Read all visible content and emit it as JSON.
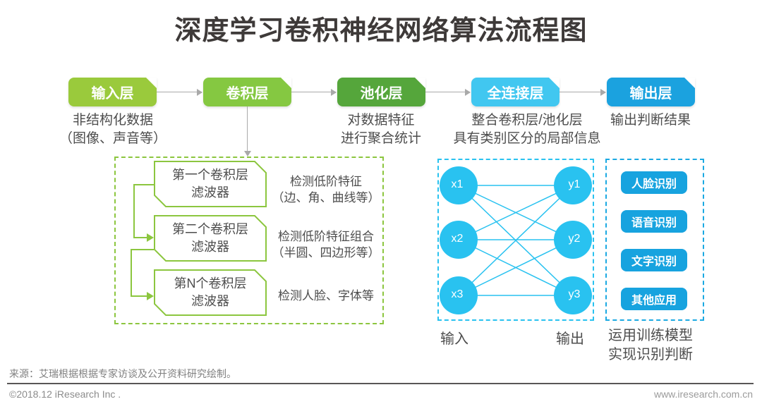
{
  "title": "深度学习卷积神经网络算法流程图",
  "flow": {
    "layers": [
      {
        "label": "输入层",
        "color": "#9aca3c"
      },
      {
        "label": "卷积层",
        "color": "#85c841"
      },
      {
        "label": "池化层",
        "color": "#55a63b"
      },
      {
        "label": "全连接层",
        "color": "#41c7f0"
      },
      {
        "label": "输出层",
        "color": "#1ba2df"
      }
    ],
    "captions": {
      "input": [
        "非结构化数据",
        "（图像、声音等）"
      ],
      "pooling": [
        "对数据特征",
        "进行聚合统计"
      ],
      "fc": [
        "整合卷积层/池化层",
        "具有类别区分的局部信息"
      ],
      "output": [
        "输出判断结果",
        ""
      ]
    }
  },
  "conv_detail": {
    "filters": [
      {
        "line1": "第一个卷积层",
        "line2": "滤波器",
        "desc1": "检测低阶特征",
        "desc2": "（边、角、曲线等）"
      },
      {
        "line1": "第二个卷积层",
        "line2": "滤波器",
        "desc1": "检测低阶特征组合",
        "desc2": "（半圆、四边形等）"
      },
      {
        "line1": "第N个卷积层",
        "line2": "滤波器",
        "desc1": "检测人脸、字体等",
        "desc2": ""
      }
    ]
  },
  "network": {
    "inputs": [
      "x1",
      "x2",
      "x3"
    ],
    "outputs": [
      "y1",
      "y2",
      "y3"
    ],
    "input_label": "输入",
    "output_label": "输出"
  },
  "applications": {
    "buttons": [
      "人脸识别",
      "语音识别",
      "文字识别",
      "其他应用"
    ],
    "caption": [
      "运用训练模型",
      "实现识别判断"
    ]
  },
  "source_note": "来源：艾瑞根据根据专家访谈及公开资料研究绘制。",
  "footer": {
    "copyright": "©2018.12 iResearch Inc .",
    "website": "www.iresearch.com.cn"
  },
  "colors": {
    "green_light": "#9aca3c",
    "green": "#85c841",
    "green_dark": "#55a63b",
    "cyan": "#41c7f0",
    "blue": "#1ba2df",
    "node_cyan": "#29c2f0",
    "text_gray": "#4d4d4d",
    "arrow_gray": "#a9a9a9"
  }
}
